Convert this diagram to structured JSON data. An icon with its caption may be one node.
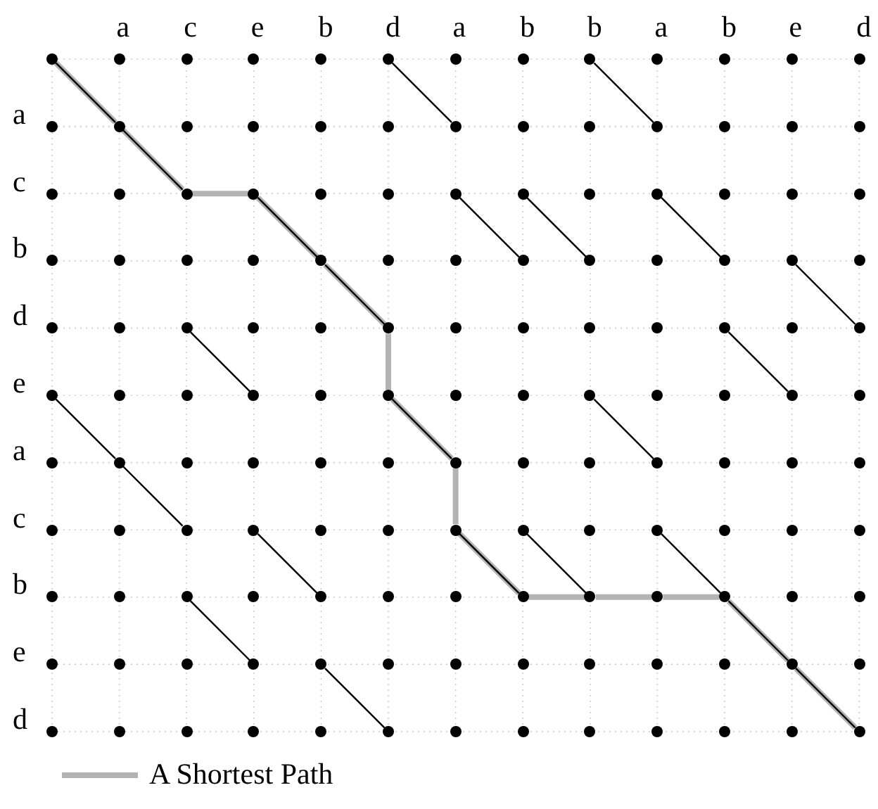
{
  "diagram": {
    "nodes": [
      {
        "text": [],
        "shape": "circle"
      },
      {
        "text": [],
        "shape": "circle"
      },
      {
        "text": [],
        "shape": "circle"
      },
      {
        "text": [],
        "shape": "circle"
      },
      {
        "text": [],
        "shape": "circle"
      },
      {
        "text": [],
        "shape": "circle"
      },
      {
        "text": [],
        "shape": "circle"
      },
      {
        "text": [],
        "shape": "circle"
      },
      {
        "text": [],
        "shape": "circle"
      },
      {
        "text": [],
        "shape": "circle"
      },
      {
        "text": [],
        "shape": "circle"
      },
      {
        "text": [],
        "shape": "circle"
      },
      {
        "text": [],
        "shape": "circle"
      },
      {
        "text": [],
        "shape": "circle"
      },
      {
        "text": [],
        "shape": "circle"
      },
      {
        "text": [],
        "shape": "circle"
      },
      {
        "text": [],
        "shape": "circle"
      },
      {
        "text": [],
        "shape": "circle"
      },
      {
        "text": [],
        "shape": "circle"
      },
      {
        "text": [],
        "shape": "circle"
      },
      {
        "text": [],
        "shape": "circle"
      },
      {
        "text": [],
        "shape": "circle"
      },
      {
        "text": [],
        "shape": "circle"
      },
      {
        "text": [],
        "shape": "circle"
      },
      {
        "text": [],
        "shape": "circle"
      },
      {
        "text": [],
        "shape": "circle"
      },
      {
        "text": [],
        "shape": "circle"
      },
      {
        "text": [],
        "shape": "circle"
      },
      {
        "text": [],
        "shape": "circle"
      },
      {
        "text": [],
        "shape": "circle"
      },
      {
        "text": [],
        "shape": "circle"
      },
      {
        "text": [],
        "shape": "circle"
      },
      {
        "text": [],
        "shape": "circle"
      },
      {
        "text": [],
        "shape": "circle"
      },
      {
        "text": [],
        "shape": "circle"
      },
      {
        "text": [],
        "shape": "circle"
      },
      {
        "text": [],
        "shape": "circle"
      },
      {
        "text": [],
        "shape": "circle"
      },
      {
        "text": [],
        "shape": "circle"
      },
      {
        "text": [],
        "shape": "circle"
      },
      {
        "text": [],
        "shape": "circle"
      },
      {
        "text": [],
        "shape": "circle"
      },
      {
        "text": [],
        "shape": "circle"
      },
      {
        "text": [],
        "shape": "circle"
      },
      {
        "text": [],
        "shape": "circle"
      },
      {
        "text": [],
        "shape": "circle"
      },
      {
        "text": [],
        "shape": "circle"
      },
      {
        "text": [],
        "shape": "circle"
      },
      {
        "text": [],
        "shape": "circle"
      },
      {
        "text": [],
        "shape": "circle"
      },
      {
        "text": [],
        "shape": "circle"
      },
      {
        "text": [],
        "shape": "circle"
      },
      {
        "text": [],
        "shape": "circle"
      },
      {
        "text": [],
        "shape": "circle"
      },
      {
        "text": [],
        "shape": "circle"
      },
      {
        "text": [],
        "shape": "circle"
      },
      {
        "text": [],
        "shape": "circle"
      },
      {
        "text": [],
        "shape": "circle"
      },
      {
        "text": [],
        "shape": "circle"
      },
      {
        "text": [],
        "shape": "circle"
      },
      {
        "text": [],
        "shape": "circle"
      },
      {
        "text": [],
        "shape": "circle"
      },
      {
        "text": [],
        "shape": "circle"
      },
      {
        "text": [],
        "shape": "circle"
      },
      {
        "text": [],
        "shape": "circle"
      },
      {
        "text": [],
        "shape": "circle"
      },
      {
        "text": [],
        "shape": "circle"
      },
      {
        "text": [],
        "shape": "circle"
      },
      {
        "text": [],
        "shape": "circle"
      },
      {
        "text": [],
        "shape": "circle"
      },
      {
        "text": [],
        "shape": "circle"
      },
      {
        "text": [],
        "shape": "circle"
      },
      {
        "text": [],
        "shape": "circle"
      },
      {
        "text": [],
        "shape": "circle"
      },
      {
        "text": [],
        "shape": "circle"
      },
      {
        "text": [],
        "shape": "circle"
      },
      {
        "text": [],
        "shape": "circle"
      },
      {
        "text": [],
        "shape": "circle"
      },
      {
        "text": [],
        "shape": "circle"
      },
      {
        "text": [],
        "shape": "circle"
      },
      {
        "text": [],
        "shape": "circle"
      },
      {
        "text": [],
        "shape": "circle"
      },
      {
        "text": [],
        "shape": "circle"
      },
      {
        "text": [],
        "shape": "circle"
      },
      {
        "text": [],
        "shape": "circle"
      },
      {
        "text": [],
        "shape": "circle"
      },
      {
        "text": [],
        "shape": "circle"
      },
      {
        "text": [],
        "shape": "circle"
      },
      {
        "text": [],
        "shape": "circle"
      },
      {
        "text": [],
        "shape": "circle"
      },
      {
        "text": [],
        "shape": "circle"
      },
      {
        "text": [],
        "shape": "circle"
      },
      {
        "text": [],
        "shape": "circle"
      },
      {
        "text": [],
        "shape": "circle"
      },
      {
        "text": [],
        "shape": "circle"
      },
      {
        "text": [],
        "shape": "circle"
      },
      {
        "text": [],
        "shape": "circle"
      },
      {
        "text": [],
        "shape": "circle"
      },
      {
        "text": [],
        "shape": "circle"
      },
      {
        "text": [],
        "shape": "circle"
      },
      {
        "text": [],
        "shape": "circle"
      },
      {
        "text": [],
        "shape": "circle"
      },
      {
        "text": [],
        "shape": "circle"
      },
      {
        "text": [],
        "shape": "circle"
      },
      {
        "text": [],
        "shape": "circle"
      },
      {
        "text": [],
        "shape": "circle"
      },
      {
        "text": [],
        "shape": "circle"
      },
      {
        "text": [],
        "shape": "circle"
      },
      {
        "text": [],
        "shape": "circle"
      },
      {
        "text": [],
        "shape": "circle"
      },
      {
        "text": [],
        "shape": "circle"
      },
      {
        "text": [],
        "shape": "circle"
      },
      {
        "text": [],
        "shape": "circle"
      },
      {
        "text": [],
        "shape": "circle"
      },
      {
        "text": [],
        "shape": "circle"
      },
      {
        "text": [],
        "shape": "circle"
      },
      {
        "text": [],
        "shape": "circle"
      },
      {
        "text": [],
        "shape": "circle"
      },
      {
        "text": [],
        "shape": "circle"
      },
      {
        "text": [],
        "shape": "circle"
      },
      {
        "text": [],
        "shape": "circle"
      },
      {
        "text": [],
        "shape": "circle"
      },
      {
        "text": [],
        "shape": "circle"
      },
      {
        "text": [],
        "shape": "circle"
      },
      {
        "text": [],
        "shape": "circle"
      },
      {
        "text": [],
        "shape": "circle"
      },
      {
        "text": [],
        "shape": "circle"
      },
      {
        "text": [],
        "shape": "circle"
      },
      {
        "text": [],
        "shape": "circle"
      },
      {
        "text": [],
        "shape": "circle"
      },
      {
        "text": [],
        "shape": "circle"
      },
      {
        "text": [],
        "shape": "circle"
      },
      {
        "text": [],
        "shape": "circle"
      },
      {
        "text": [],
        "shape": "circle"
      },
      {
        "text": [],
        "shape": "circle"
      },
      {
        "text": [],
        "shape": "circle"
      },
      {
        "text": [],
        "shape": "circle"
      },
      {
        "text": [],
        "shape": "circle"
      },
      {
        "text": [],
        "shape": "circle"
      },
      {
        "text": [],
        "shape": "circle"
      },
      {
        "text": [],
        "shape": "circle"
      },
      {
        "text": [],
        "shape": "circle"
      },
      {
        "text": [],
        "shape": "circle"
      }
    ],
    "edges": [
      {
        "from": 5,
        "to": 19,
        "arrow": "none"
      },
      {
        "from": 8,
        "to": 22,
        "arrow": "none"
      },
      {
        "from": 32,
        "to": 46,
        "arrow": "none"
      },
      {
        "from": 33,
        "to": 47,
        "arrow": "none"
      },
      {
        "from": 35,
        "to": 49,
        "arrow": "none"
      },
      {
        "from": 50,
        "to": 64,
        "arrow": "none"
      },
      {
        "from": 54,
        "to": 68,
        "arrow": "none"
      },
      {
        "from": 62,
        "to": 76,
        "arrow": "none"
      },
      {
        "from": 65,
        "to": 79,
        "arrow": "none"
      },
      {
        "from": 73,
        "to": 87,
        "arrow": "none"
      },
      {
        "from": 79,
        "to": 93,
        "arrow": "none"
      },
      {
        "from": 94,
        "to": 108,
        "arrow": "none"
      },
      {
        "from": 98,
        "to": 112,
        "arrow": "none"
      },
      {
        "from": 100,
        "to": 114,
        "arrow": "none"
      },
      {
        "from": 106,
        "to": 120,
        "arrow": "none"
      },
      {
        "from": 121,
        "to": 135,
        "arrow": "none"
      },
      {
        "from": 0,
        "to": 14,
        "arrow": "none",
        "style": "thick",
        "color": "#b3b3b3"
      },
      {
        "from": 14,
        "to": 28,
        "arrow": "none",
        "style": "thick",
        "color": "#b3b3b3"
      },
      {
        "from": 28,
        "to": 29,
        "arrow": "none",
        "style": "thick",
        "color": "#b3b3b3"
      },
      {
        "from": 29,
        "to": 43,
        "arrow": "none",
        "style": "thick",
        "color": "#b3b3b3"
      },
      {
        "from": 43,
        "to": 57,
        "arrow": "none",
        "style": "thick",
        "color": "#b3b3b3"
      },
      {
        "from": 57,
        "to": 70,
        "arrow": "none",
        "style": "thick",
        "color": "#b3b3b3"
      },
      {
        "from": 70,
        "to": 84,
        "arrow": "none",
        "style": "thick",
        "color": "#b3b3b3"
      },
      {
        "from": 84,
        "to": 97,
        "arrow": "none",
        "style": "thick",
        "color": "#b3b3b3"
      },
      {
        "from": 97,
        "to": 111,
        "arrow": "none",
        "style": "thick",
        "color": "#b3b3b3"
      },
      {
        "from": 111,
        "to": 112,
        "arrow": "none",
        "style": "thick",
        "color": "#b3b3b3"
      },
      {
        "from": 112,
        "to": 113,
        "arrow": "none",
        "style": "thick",
        "color": "#b3b3b3"
      },
      {
        "from": 113,
        "to": 114,
        "arrow": "none",
        "style": "thick",
        "color": "#b3b3b3"
      },
      {
        "from": 114,
        "to": 128,
        "arrow": "none",
        "style": "thick",
        "color": "#b3b3b3"
      },
      {
        "from": 128,
        "to": 142,
        "arrow": "none",
        "style": "thick",
        "color": "#b3b3b3"
      }
    ],
    "labels": [
      "a",
      "c",
      "e",
      "b",
      "d",
      "a",
      "b",
      "b",
      "a",
      "b",
      "e",
      "d",
      "a",
      "c",
      "b",
      "d",
      "e",
      "a",
      "c",
      "b",
      "e",
      "d"
    ],
    "legend": [
      {
        "text": "A Shortest Path",
        "color": "#b3b3b3"
      }
    ]
  }
}
